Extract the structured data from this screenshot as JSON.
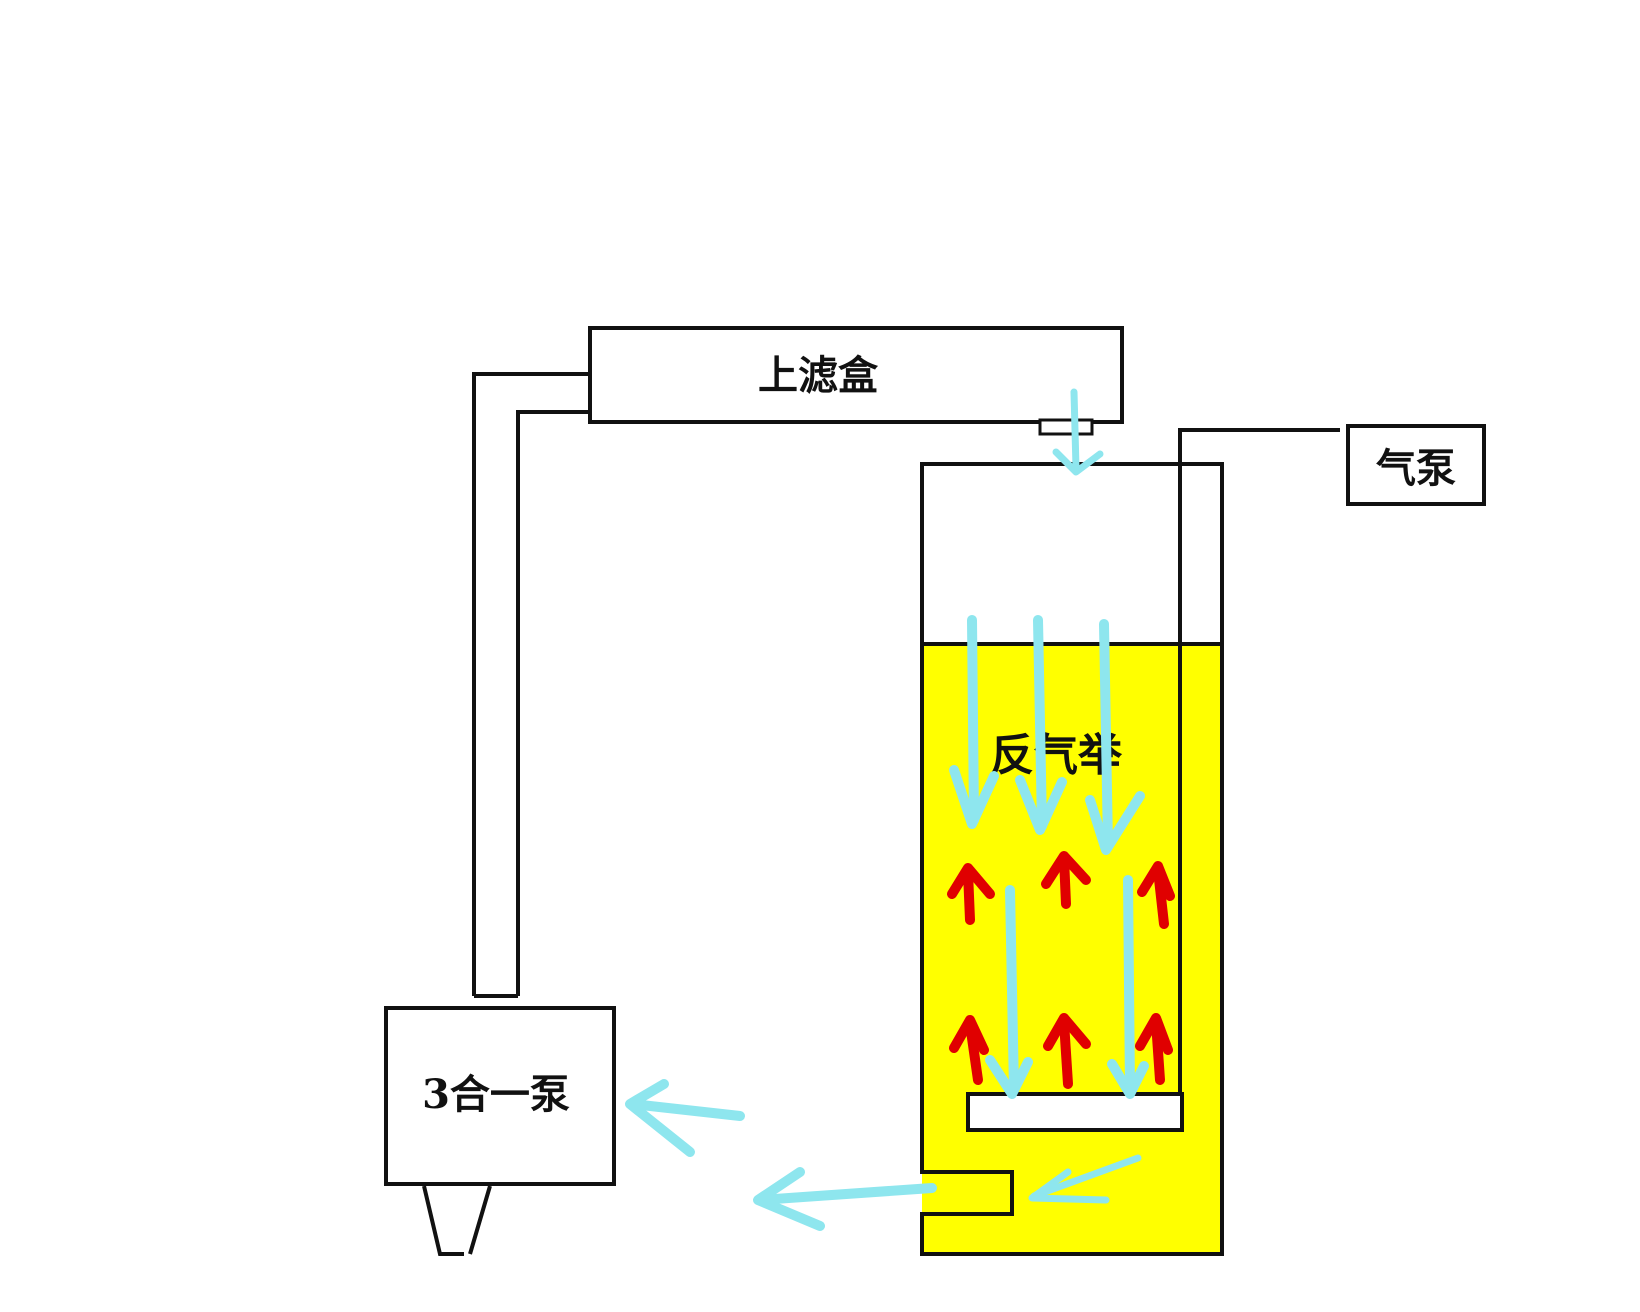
{
  "labels": {
    "top_filter": "上滤盒",
    "air_pump": "气泵",
    "reverse_airlift": "反气举",
    "pump_3in1": "3合一泵"
  },
  "colors": {
    "water_fill": "#ffff00",
    "down_flow_arrows": "#8ee6ee",
    "up_air_arrows": "#e00000",
    "outline": "#111111"
  },
  "arrow_groups": {
    "down_flow": "cyan",
    "air_up": "red"
  }
}
